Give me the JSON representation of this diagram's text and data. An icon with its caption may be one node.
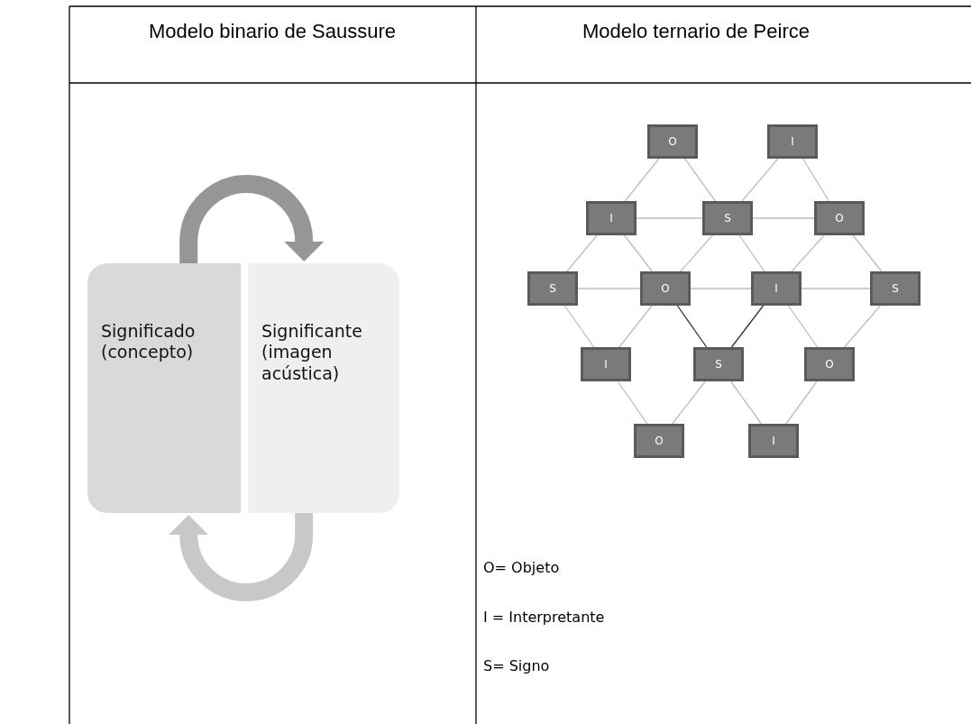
{
  "diagram": {
    "nodes": [
      {
        "text": [
          "Significado (concepto)"
        ]
      },
      {
        "text": [
          "Significante (imagen acústica)"
        ]
      },
      {
        "text": [
          "O"
        ]
      },
      {
        "text": [
          "I"
        ]
      },
      {
        "text": [
          "I"
        ]
      },
      {
        "text": [
          "S"
        ]
      },
      {
        "text": [
          "O"
        ]
      },
      {
        "text": [
          "S"
        ]
      },
      {
        "text": [
          "O"
        ]
      },
      {
        "text": [
          "I"
        ]
      },
      {
        "text": [
          "S"
        ]
      },
      {
        "text": [
          "I"
        ]
      },
      {
        "text": [
          "S"
        ]
      },
      {
        "text": [
          "O"
        ]
      },
      {
        "text": [
          "O"
        ]
      },
      {
        "text": [
          "I"
        ]
      }
    ],
    "edges": [
      {
        "from": 0,
        "to": 1,
        "arrow": "to",
        "style": "thick",
        "color": "#969696"
      },
      {
        "from": 1,
        "to": 0,
        "arrow": "to",
        "style": "thick",
        "color": "#c8c8c8"
      },
      {
        "from": 2,
        "to": 4,
        "arrow": "none"
      },
      {
        "from": 2,
        "to": 5,
        "arrow": "none"
      },
      {
        "from": 3,
        "to": 5,
        "arrow": "none"
      },
      {
        "from": 3,
        "to": 6,
        "arrow": "none"
      },
      {
        "from": 4,
        "to": 5,
        "arrow": "none"
      },
      {
        "from": 5,
        "to": 6,
        "arrow": "none"
      },
      {
        "from": 4,
        "to": 7,
        "arrow": "none"
      },
      {
        "from": 4,
        "to": 8,
        "arrow": "none"
      },
      {
        "from": 5,
        "to": 8,
        "arrow": "none"
      },
      {
        "from": 5,
        "to": 9,
        "arrow": "none"
      },
      {
        "from": 6,
        "to": 9,
        "arrow": "none"
      },
      {
        "from": 6,
        "to": 10,
        "arrow": "none"
      },
      {
        "from": 7,
        "to": 8,
        "arrow": "none"
      },
      {
        "from": 8,
        "to": 9,
        "arrow": "none"
      },
      {
        "from": 9,
        "to": 10,
        "arrow": "none"
      },
      {
        "from": 7,
        "to": 11,
        "arrow": "none"
      },
      {
        "from": 8,
        "to": 11,
        "arrow": "none"
      },
      {
        "from": 8,
        "to": 12,
        "arrow": "none",
        "color": "#333333"
      },
      {
        "from": 9,
        "to": 12,
        "arrow": "none",
        "color": "#333333"
      },
      {
        "from": 9,
        "to": 13,
        "arrow": "none"
      },
      {
        "from": 10,
        "to": 13,
        "arrow": "none"
      },
      {
        "from": 11,
        "to": 14,
        "arrow": "none"
      },
      {
        "from": 12,
        "to": 14,
        "arrow": "none"
      },
      {
        "from": 12,
        "to": 15,
        "arrow": "none"
      },
      {
        "from": 13,
        "to": 15,
        "arrow": "none"
      }
    ],
    "labels": [
      "Modelo binario de Saussure",
      "Modelo ternario de Peirce",
      "O= Objeto",
      "I = Interpretante",
      "S= Signo"
    ]
  }
}
